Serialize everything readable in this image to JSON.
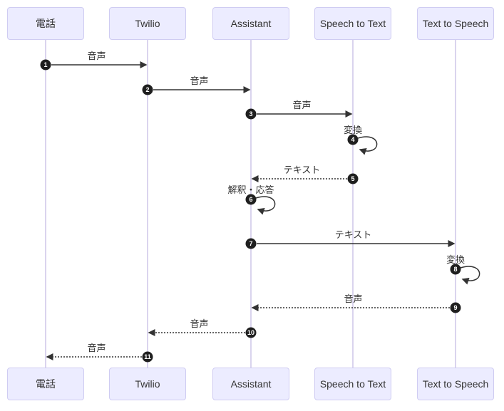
{
  "diagram": {
    "type": "sequence",
    "participants": [
      {
        "id": "phone",
        "label": "電話"
      },
      {
        "id": "twilio",
        "label": "Twilio"
      },
      {
        "id": "assistant",
        "label": "Assistant"
      },
      {
        "id": "stt",
        "label": "Speech to Text"
      },
      {
        "id": "tts",
        "label": "Text to Speech"
      }
    ],
    "messages": [
      {
        "num": 1,
        "from": "phone",
        "to": "twilio",
        "label": "音声",
        "line": "solid"
      },
      {
        "num": 2,
        "from": "twilio",
        "to": "assistant",
        "label": "音声",
        "line": "solid"
      },
      {
        "num": 3,
        "from": "assistant",
        "to": "stt",
        "label": "音声",
        "line": "solid"
      },
      {
        "num": 4,
        "from": "stt",
        "to": "stt",
        "label": "変換",
        "line": "self"
      },
      {
        "num": 5,
        "from": "stt",
        "to": "assistant",
        "label": "テキスト",
        "line": "dotted"
      },
      {
        "num": 6,
        "from": "assistant",
        "to": "assistant",
        "label": "解釈・応答",
        "line": "self"
      },
      {
        "num": 7,
        "from": "assistant",
        "to": "tts",
        "label": "テキスト",
        "line": "solid"
      },
      {
        "num": 8,
        "from": "tts",
        "to": "tts",
        "label": "変換",
        "line": "self"
      },
      {
        "num": 9,
        "from": "tts",
        "to": "assistant",
        "label": "音声",
        "line": "dotted"
      },
      {
        "num": 10,
        "from": "assistant",
        "to": "twilio",
        "label": "音声",
        "line": "dotted"
      },
      {
        "num": 11,
        "from": "twilio",
        "to": "phone",
        "label": "音声",
        "line": "dotted"
      }
    ],
    "colors": {
      "actor_fill": "#ECECFF",
      "actor_border": "#CFCCF2",
      "lifeline": "#DAD4EE",
      "arrow": "#333333",
      "number_bg": "#1F1F1F",
      "number_text": "#FFFFFF",
      "text": "#333333"
    }
  }
}
